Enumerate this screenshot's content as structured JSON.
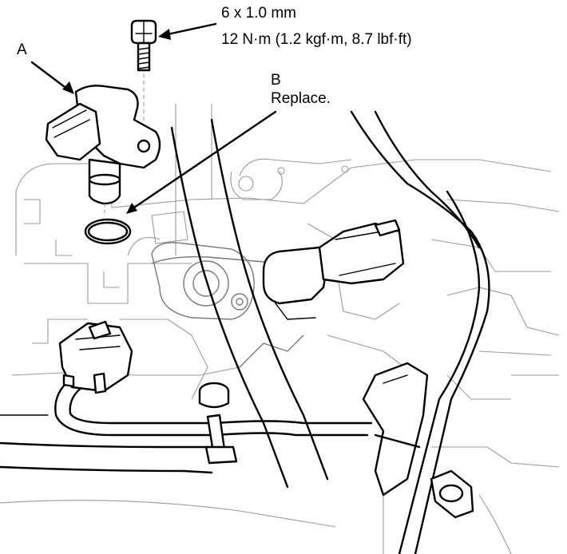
{
  "callouts": {
    "bolt": {
      "size": "6 x 1.0 mm",
      "torque": "12 N·m (1.2 kgf·m, 8.7 lbf·ft)"
    },
    "part_a": {
      "label": "A"
    },
    "part_b": {
      "label": "B",
      "note": "Replace."
    }
  },
  "colors": {
    "ink": "#000000",
    "background_lines": "#9a9a9a"
  },
  "icons": [
    "bolt-icon",
    "sensor-icon",
    "o-ring-icon",
    "connector-icon",
    "hose-icon"
  ]
}
